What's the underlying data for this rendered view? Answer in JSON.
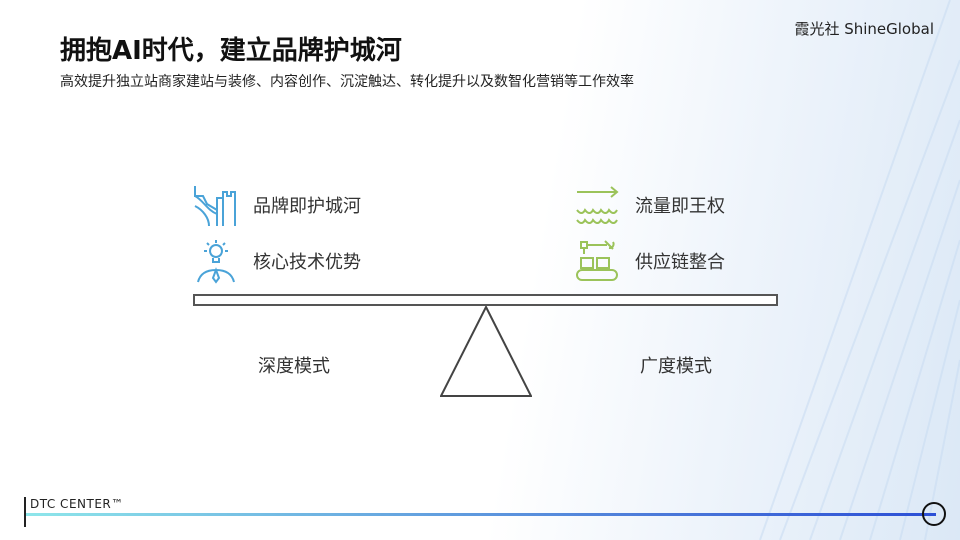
{
  "title": "拥抱AI时代，建立品牌护城河",
  "subtitle": "高效提升独立站商家建站与装修、内容创作、沉淀触达、转化提升以及数智化营销等工作效率",
  "logo": "霞光社 ShineGlobal",
  "left_items": [
    {
      "label": "品牌即护城河",
      "icon": "great-wall-icon"
    },
    {
      "label": "核心技术优势",
      "icon": "lightbulb-person-icon"
    }
  ],
  "right_items": [
    {
      "label": "流量即王权",
      "icon": "waves-arrow-icon"
    },
    {
      "label": "供应链整合",
      "icon": "conveyor-robot-icon"
    }
  ],
  "left_mode": "深度模式",
  "right_mode": "广度模式",
  "footer": "DTC CENTER™",
  "colors": {
    "blue": "#4aa3d8",
    "green": "#9bc35a"
  }
}
